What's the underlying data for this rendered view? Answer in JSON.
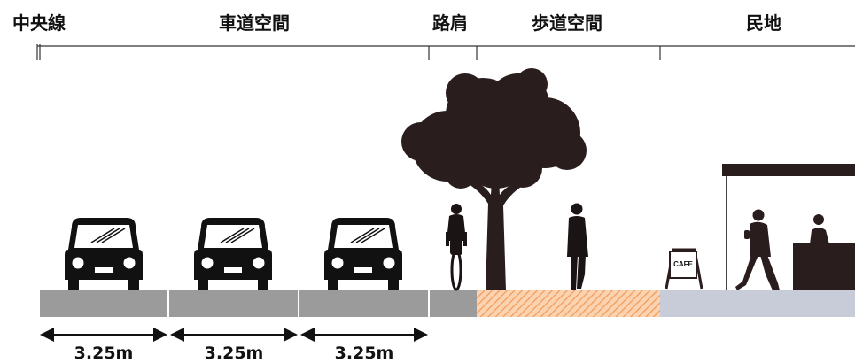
{
  "headers": {
    "center_line": "中央線",
    "roadway": "車道空間",
    "shoulder": "路肩",
    "sidewalk": "歩道空間",
    "private_land": "民地"
  },
  "dimensions": [
    "3.25m",
    "3.25m",
    "3.25m"
  ],
  "cafe_sign": "CAFE",
  "colors": {
    "road": "#9b9b9b",
    "sidewalk": "#f7b27a",
    "private": "#c7ccd8",
    "silhouette": "#1a1414"
  }
}
